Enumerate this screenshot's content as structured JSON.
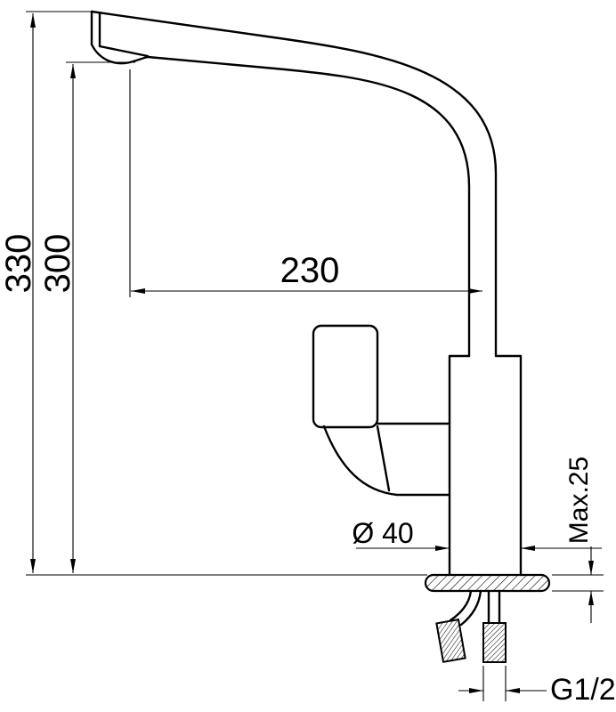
{
  "colors": {
    "line": "#000000",
    "background": "#ffffff"
  },
  "drawing": {
    "labels": {
      "overall_height": "330",
      "spout_height": "300",
      "spout_reach": "230",
      "body_diameter": "Ø 40",
      "max_deck_thickness": "Max.25",
      "connection_thread": "G1/2"
    }
  }
}
